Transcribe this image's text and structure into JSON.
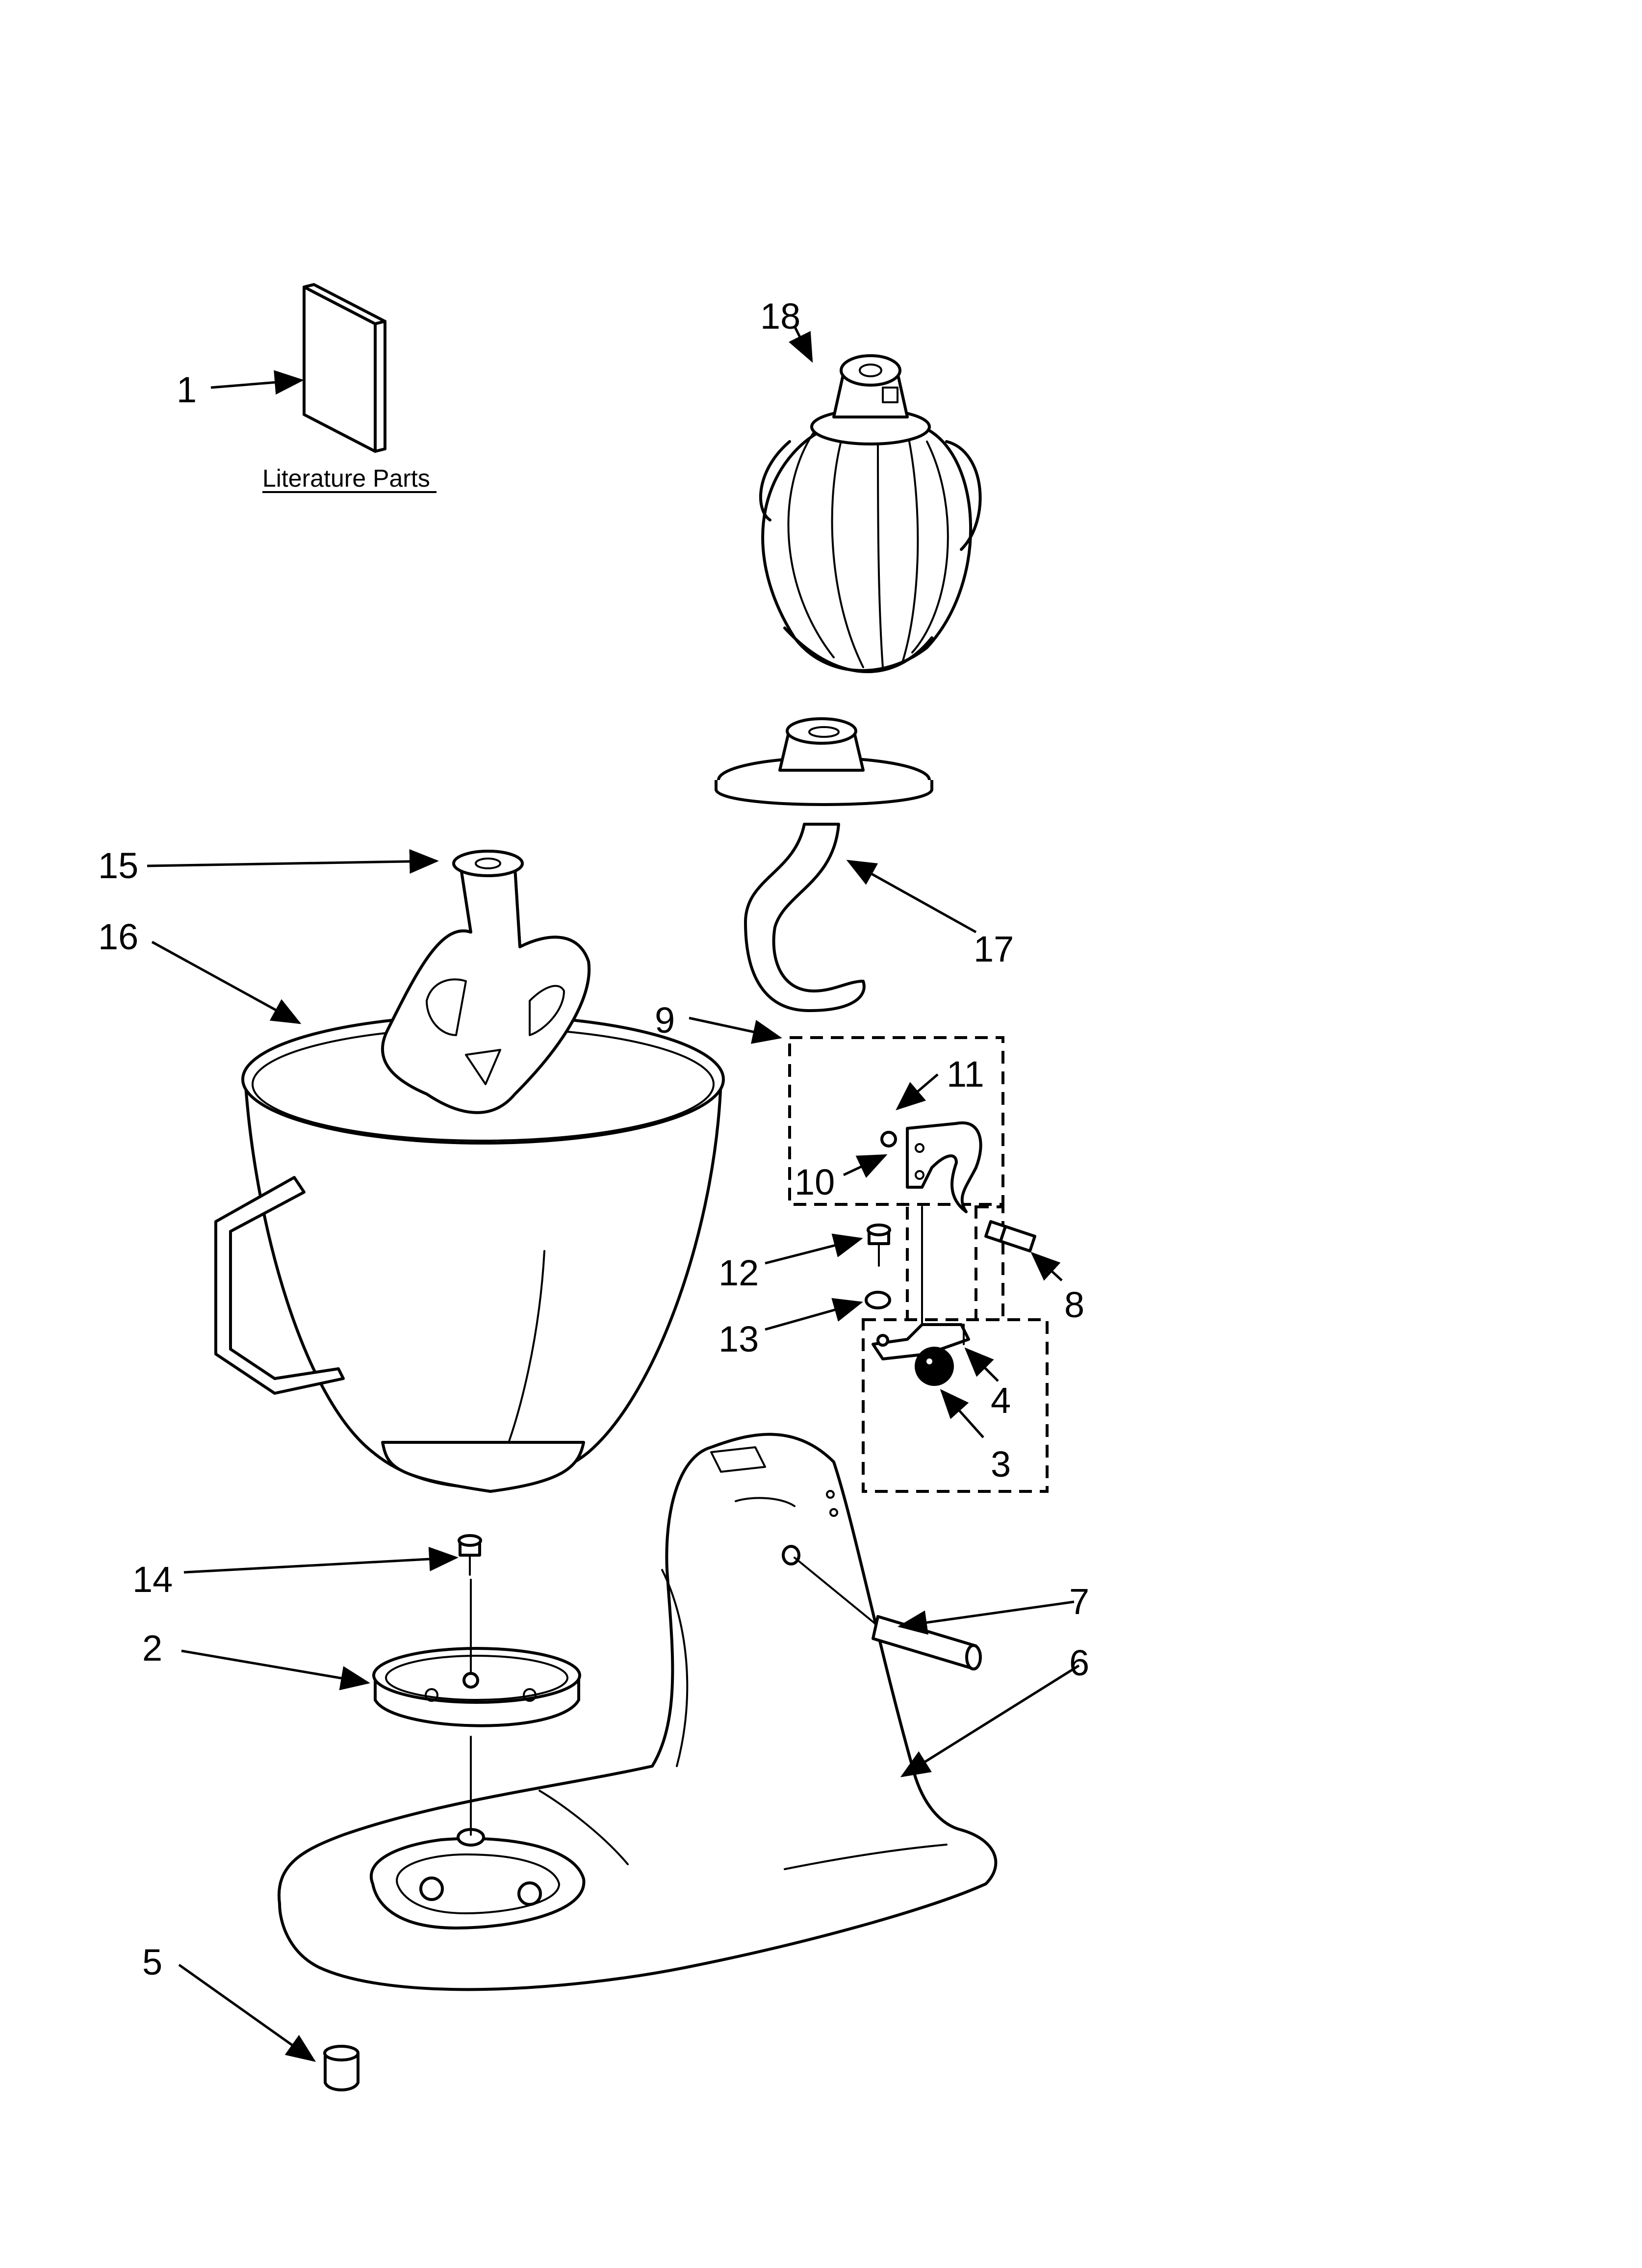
{
  "diagram": {
    "literature_label": "Literature Parts",
    "callouts": {
      "c1": "1",
      "c2": "2",
      "c3": "3",
      "c4": "4",
      "c5": "5",
      "c6": "6",
      "c7": "7",
      "c8": "8",
      "c9": "9",
      "c10": "10",
      "c11": "11",
      "c12": "12",
      "c13": "13",
      "c14": "14",
      "c15": "15",
      "c16": "16",
      "c17": "17",
      "c18": "18"
    }
  }
}
